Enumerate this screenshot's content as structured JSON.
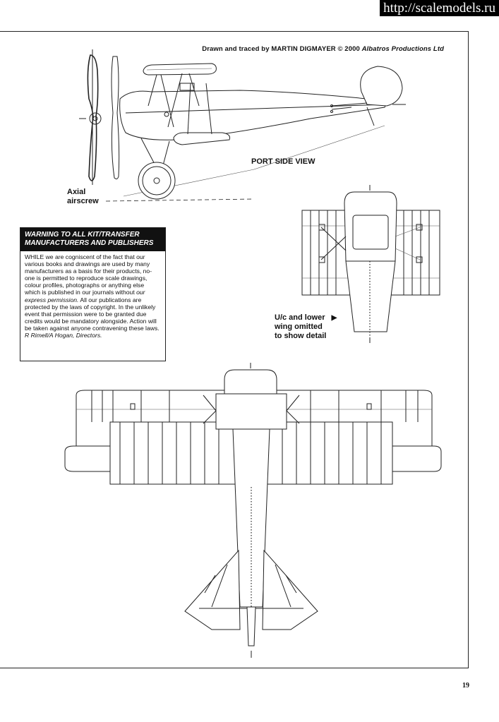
{
  "watermark": "http://scalemodels.ru",
  "credit": {
    "prefix": "Drawn and traced by MARTIN DIGMAYER © 2000 ",
    "publisher": "Albatros Productions Ltd"
  },
  "labels": {
    "port_side_view": "PORT SIDE VIEW",
    "axial_line1": "Axial",
    "axial_line2": "airscrew",
    "uc_line1": "U/c and lower",
    "uc_line2": "wing omitted",
    "uc_line3": "to show detail",
    "uc_arrow": "▶"
  },
  "warning": {
    "title_line1": "WARNING TO ALL KIT/TRANSFER",
    "title_line2": "MANUFACTURERS AND PUBLISHERS",
    "body_part1": "WHILE we are cogniscent of the fact that our various books and drawings are used by many manufacturers as a basis for their products, no-one is permitted to reproduce scale drawings, colour profiles, photographs or anything else which is published in our journals without ",
    "body_emphasis": "our express permission.",
    "body_part2": " All our publications are protected by the laws of copyright. In the unlikely event that permission were to be granted due credits would be mandatory alongside. Action will be taken against anyone contravening these laws.",
    "signature": "R Rimell/A Hogan, Directors."
  },
  "page_number": "19"
}
